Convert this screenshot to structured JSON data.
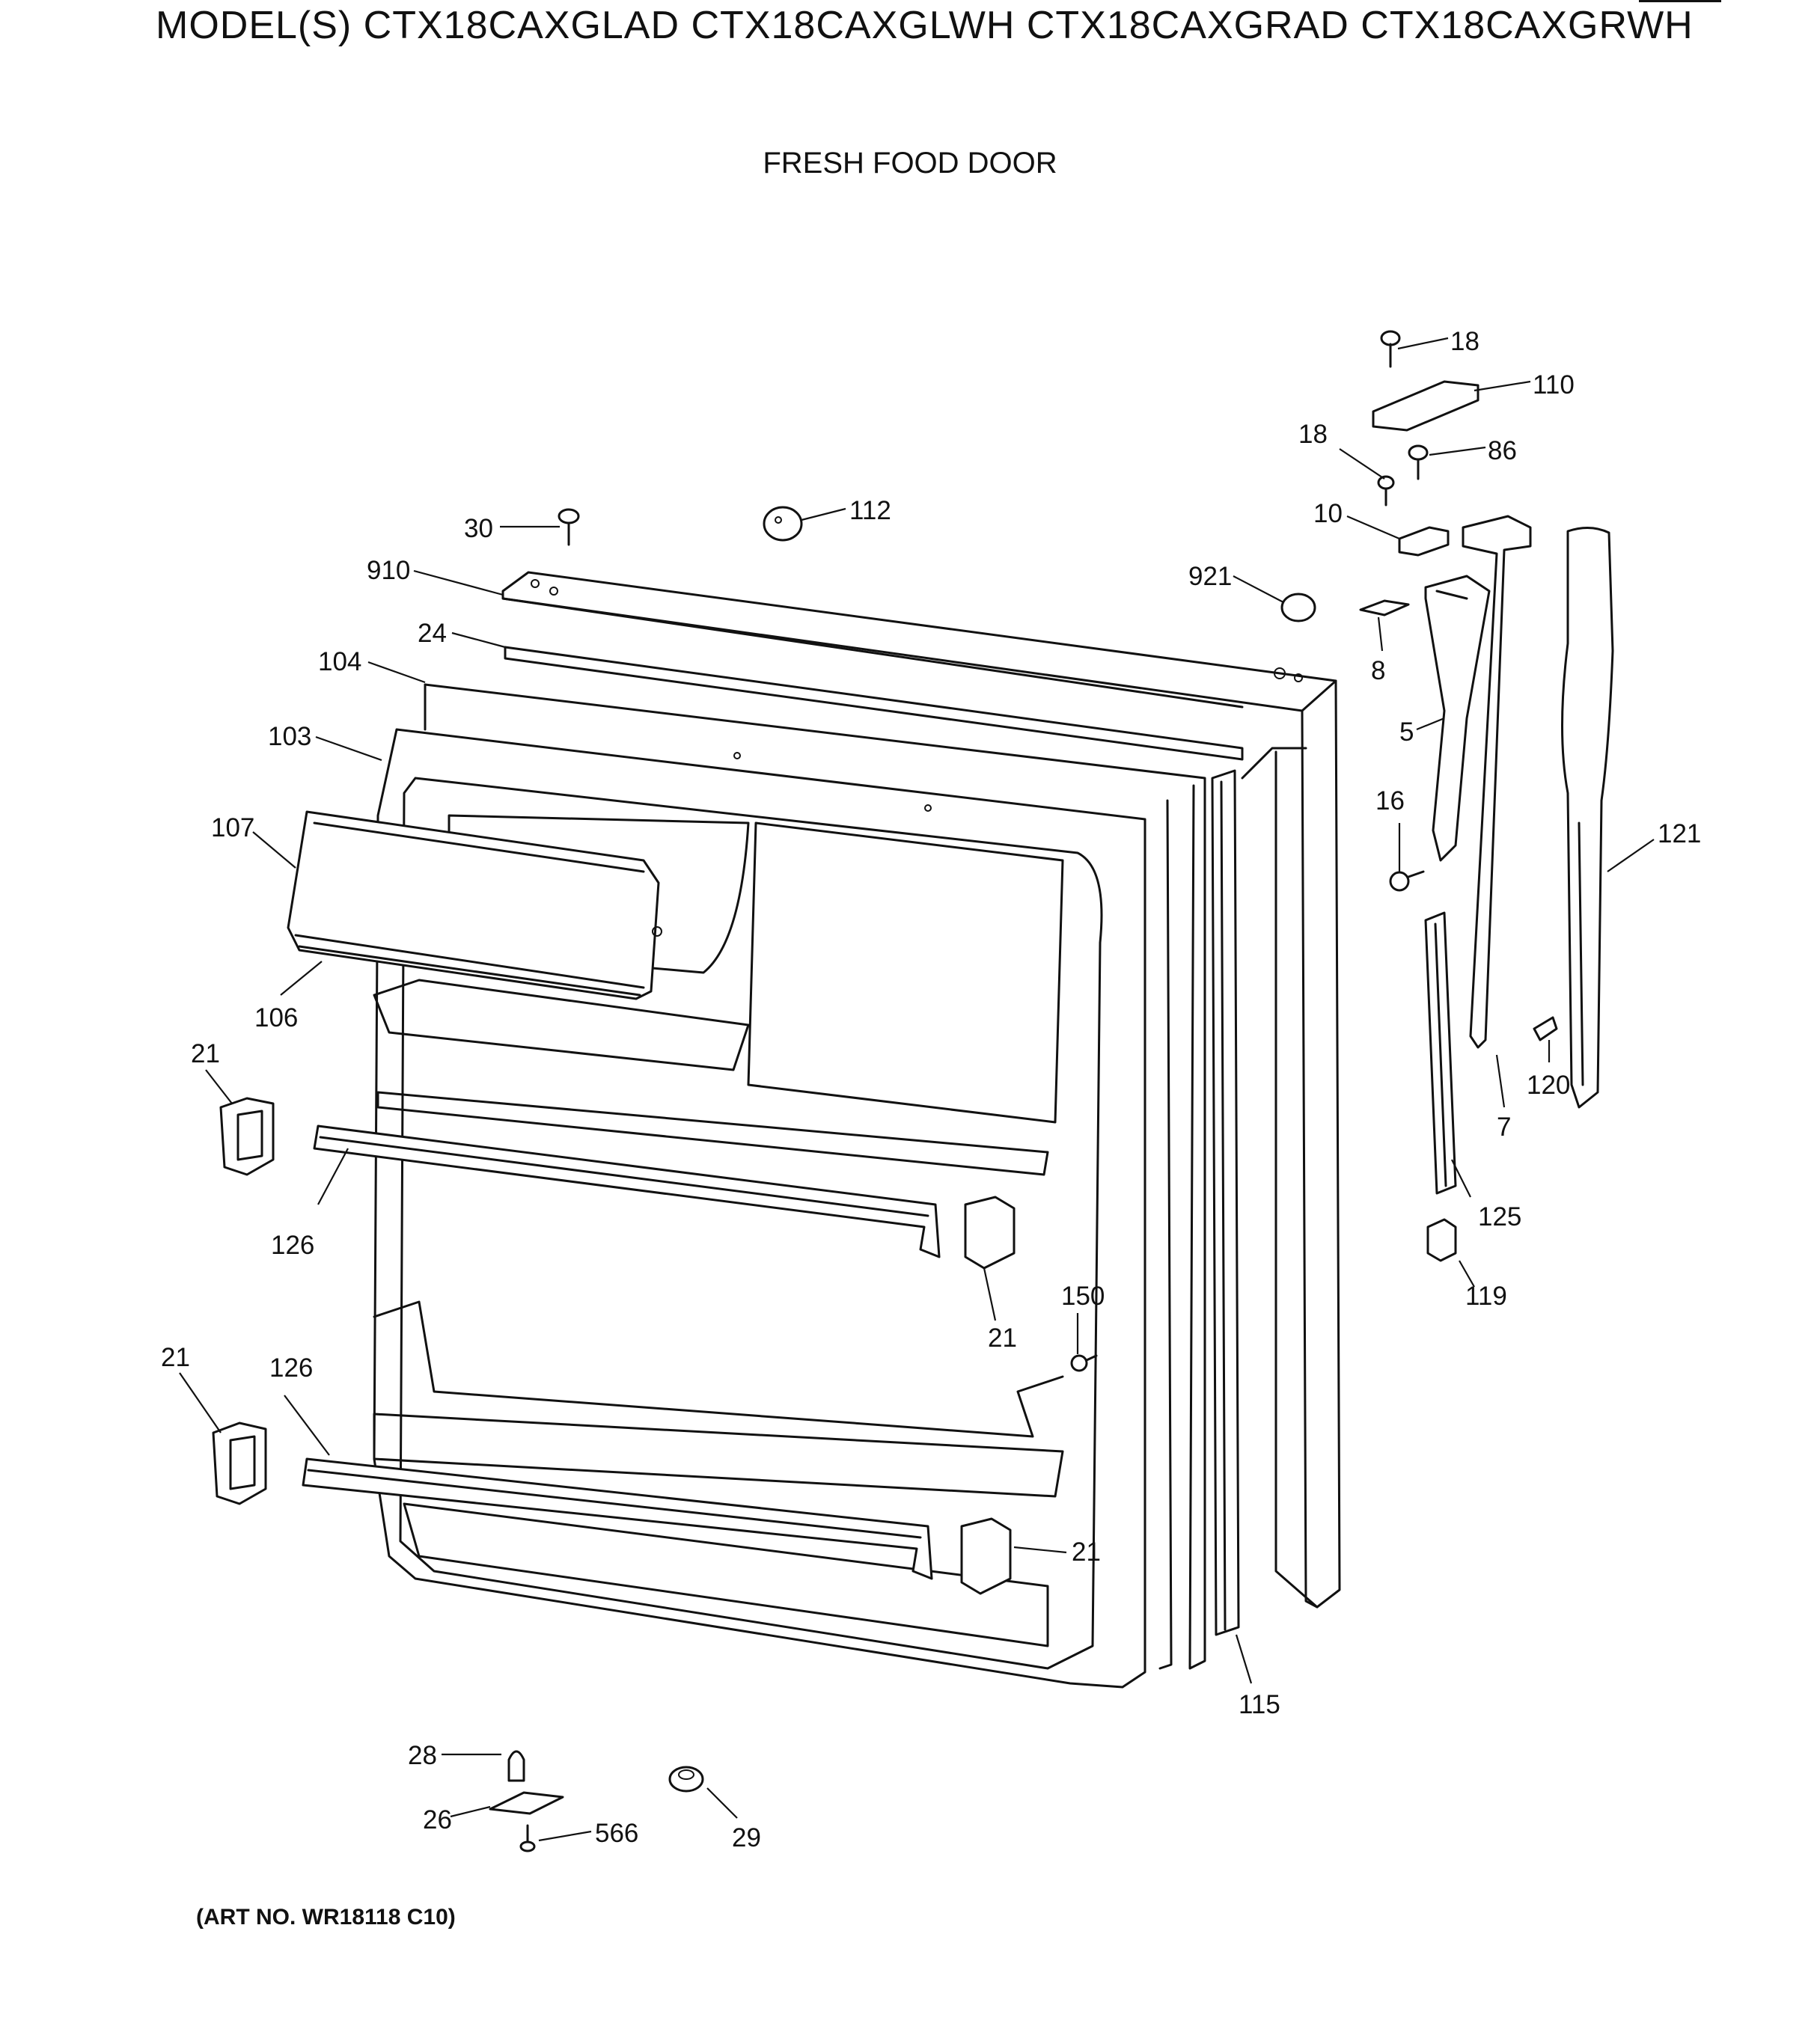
{
  "header": {
    "title": "MODEL(S) CTX18CAXGLAD  CTX18CAXGLWH  CTX18CAXGRAD  CTX18CAXGRWH",
    "subtitle": "FRESH FOOD DOOR"
  },
  "footer": {
    "art_no": "(ART NO. WR18118 C10)"
  },
  "callouts": [
    {
      "id": "c18a",
      "text": "18"
    },
    {
      "id": "c110",
      "text": "110"
    },
    {
      "id": "c18b",
      "text": "18"
    },
    {
      "id": "c86",
      "text": "86"
    },
    {
      "id": "c10",
      "text": "10"
    },
    {
      "id": "c30",
      "text": "30"
    },
    {
      "id": "c112",
      "text": "112"
    },
    {
      "id": "c910",
      "text": "910"
    },
    {
      "id": "c921",
      "text": "921"
    },
    {
      "id": "c24",
      "text": "24"
    },
    {
      "id": "c8",
      "text": "8"
    },
    {
      "id": "c104",
      "text": "104"
    },
    {
      "id": "c5",
      "text": "5"
    },
    {
      "id": "c103",
      "text": "103"
    },
    {
      "id": "c16",
      "text": "16"
    },
    {
      "id": "c121",
      "text": "121"
    },
    {
      "id": "c107",
      "text": "107"
    },
    {
      "id": "c106",
      "text": "106"
    },
    {
      "id": "c120",
      "text": "120"
    },
    {
      "id": "c21a",
      "text": "21"
    },
    {
      "id": "c7",
      "text": "7"
    },
    {
      "id": "c125",
      "text": "125"
    },
    {
      "id": "c126a",
      "text": "126"
    },
    {
      "id": "c119",
      "text": "119"
    },
    {
      "id": "c150",
      "text": "150"
    },
    {
      "id": "c21b",
      "text": "21"
    },
    {
      "id": "c21c",
      "text": "21"
    },
    {
      "id": "c126b",
      "text": "126"
    },
    {
      "id": "c21d",
      "text": "21"
    },
    {
      "id": "c115",
      "text": "115"
    },
    {
      "id": "c28",
      "text": "28"
    },
    {
      "id": "c26",
      "text": "26"
    },
    {
      "id": "c566",
      "text": "566"
    },
    {
      "id": "c29",
      "text": "29"
    }
  ]
}
